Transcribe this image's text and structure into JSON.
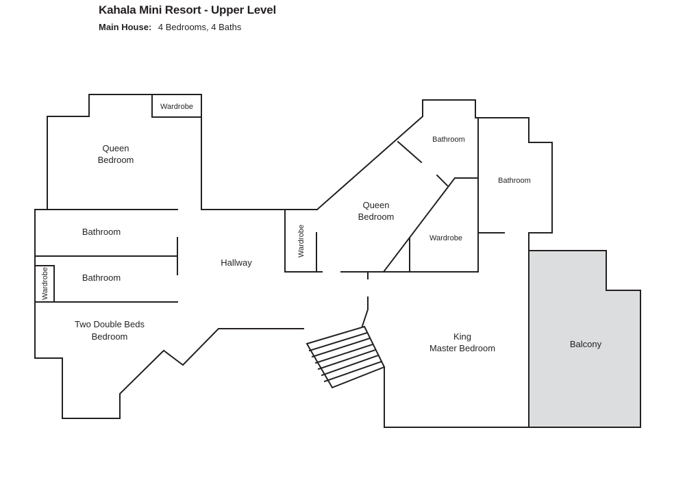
{
  "header": {
    "title": "Kahala Mini Resort - Upper Level",
    "subtitle_label": "Main House:",
    "subtitle_value": "4 Bedrooms, 4 Baths"
  },
  "rooms": {
    "queen_bedroom_left_line1": "Queen",
    "queen_bedroom_left_line2": "Bedroom",
    "wardrobe_top": "Wardrobe",
    "bathroom_1": "Bathroom",
    "bathroom_2": "Bathroom",
    "wardrobe_left": "Wardrobe",
    "two_double_line1": "Two Double Beds",
    "two_double_line2": "Bedroom",
    "hallway": "Hallway",
    "wardrobe_hall": "Wardrobe",
    "queen_bedroom_right_line1": "Queen",
    "queen_bedroom_right_line2": "Bedroom",
    "bathroom_3": "Bathroom",
    "bathroom_4": "Bathroom",
    "wardrobe_right": "Wardrobe",
    "king_line1": "King",
    "king_line2": "Master Bedroom",
    "balcony": "Balcony"
  },
  "colors": {
    "wall": "#231f20",
    "balcony_fill": "#dcddde"
  }
}
